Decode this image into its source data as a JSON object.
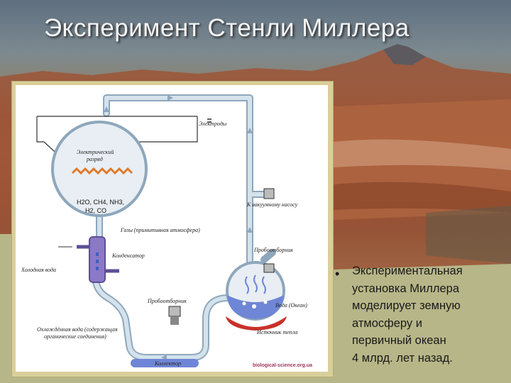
{
  "slide": {
    "title": "Эксперимент Стенли Миллера"
  },
  "diagram": {
    "labels": {
      "electrodes": "Электроды",
      "discharge_line1": "Электрический",
      "discharge_line2": "разряд",
      "gases_line1": "H2O, CH4, NH3,",
      "gases_line2": "H2, CO",
      "vacuum_pump": "К вакуумному насосу",
      "gases_atmosphere": "Газы (примитивная атмосфера)",
      "condenser": "Конденсатор",
      "cold_water": "Холодная вода",
      "sampler_top": "Пробоотборник",
      "sampler_bottom": "Пробоотборник",
      "ocean_water": "Вода (Океан)",
      "cooled_water_line1": "Охлаждённая вода (содержащая",
      "cooled_water_line2": "органические соединения)",
      "heat_source": "Источник тепла",
      "collector": "Коллектор",
      "watermark": "biological-science.org.ua"
    }
  },
  "caption": {
    "bullet": "•",
    "lines": [
      "Экспериментальная",
      "установка Миллера",
      "моделирует земную",
      "атмосферу и",
      "первичный океан",
      "4 млрд. лет назад."
    ]
  },
  "colors": {
    "glass": "#d4e2ec",
    "glass_outline": "#8ea7bc",
    "liquid": "#6f86d6",
    "spark": "#e07a2a",
    "heat_source": "#c8322a",
    "frame": "#d9cf9a"
  }
}
